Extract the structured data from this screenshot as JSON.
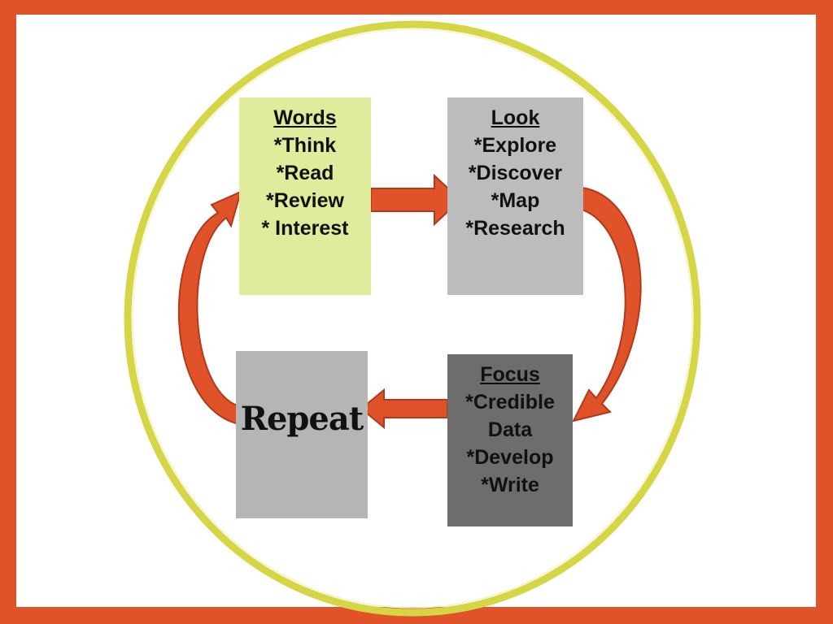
{
  "diagram": {
    "colors": {
      "frame": "#e0522a",
      "ring": "#d4d646",
      "arrow_fill": "#e0522a",
      "arrow_dark": "#b03a1a",
      "words_box": "#e0eb9c",
      "look_box": "#bcbcbc",
      "focus_box": "#6d6d6d",
      "repeat_box": "#b5b5b5"
    },
    "words": {
      "heading": "Words",
      "items": [
        "*Think",
        "*Read",
        "*Review",
        "* Interest"
      ]
    },
    "look": {
      "heading": "Look",
      "items": [
        "*Explore",
        "*Discover",
        "*Map",
        "*Research"
      ]
    },
    "focus": {
      "heading": "Focus",
      "items": [
        "*Credible",
        "Data",
        "*Develop",
        "*Write"
      ]
    },
    "repeat": {
      "label": "Repeat"
    },
    "flow": [
      {
        "from": "Words",
        "to": "Look"
      },
      {
        "from": "Look",
        "to": "Focus"
      },
      {
        "from": "Focus",
        "to": "Repeat"
      },
      {
        "from": "Repeat",
        "to": "Words"
      }
    ]
  }
}
